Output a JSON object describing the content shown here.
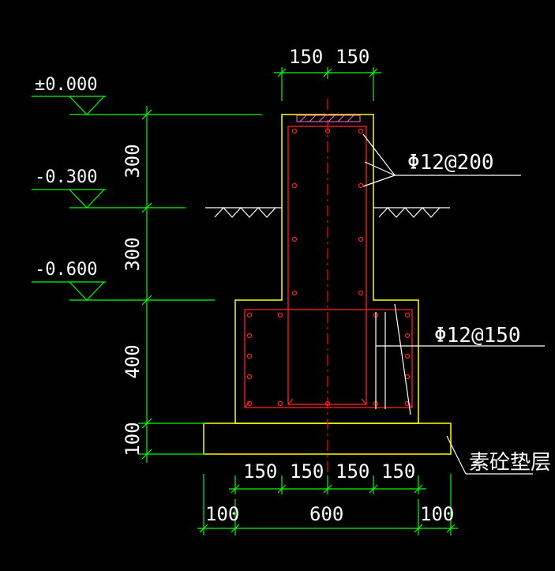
{
  "elevations": [
    "±0.000",
    "-0.300",
    "-0.600"
  ],
  "dimensions": {
    "top_half_left": "150",
    "top_half_right": "150",
    "vertical": [
      "300",
      "300",
      "400",
      "100"
    ],
    "bottom_steps": [
      "150",
      "150",
      "150",
      "150"
    ],
    "bottom_overall_left": "100",
    "bottom_overall_mid": "600",
    "bottom_overall_right": "100"
  },
  "rebar": {
    "upper": "Φ12@200",
    "lower": "Φ12@150"
  },
  "cushion_label": "素砼垫层",
  "colors": {
    "background": "#000000",
    "outline": "#ffff00",
    "dimension": "#00ff00",
    "rebar": "#ff2020",
    "leader": "#ffffff",
    "centerline": "#ff0000",
    "cap": "#ff66cc"
  }
}
